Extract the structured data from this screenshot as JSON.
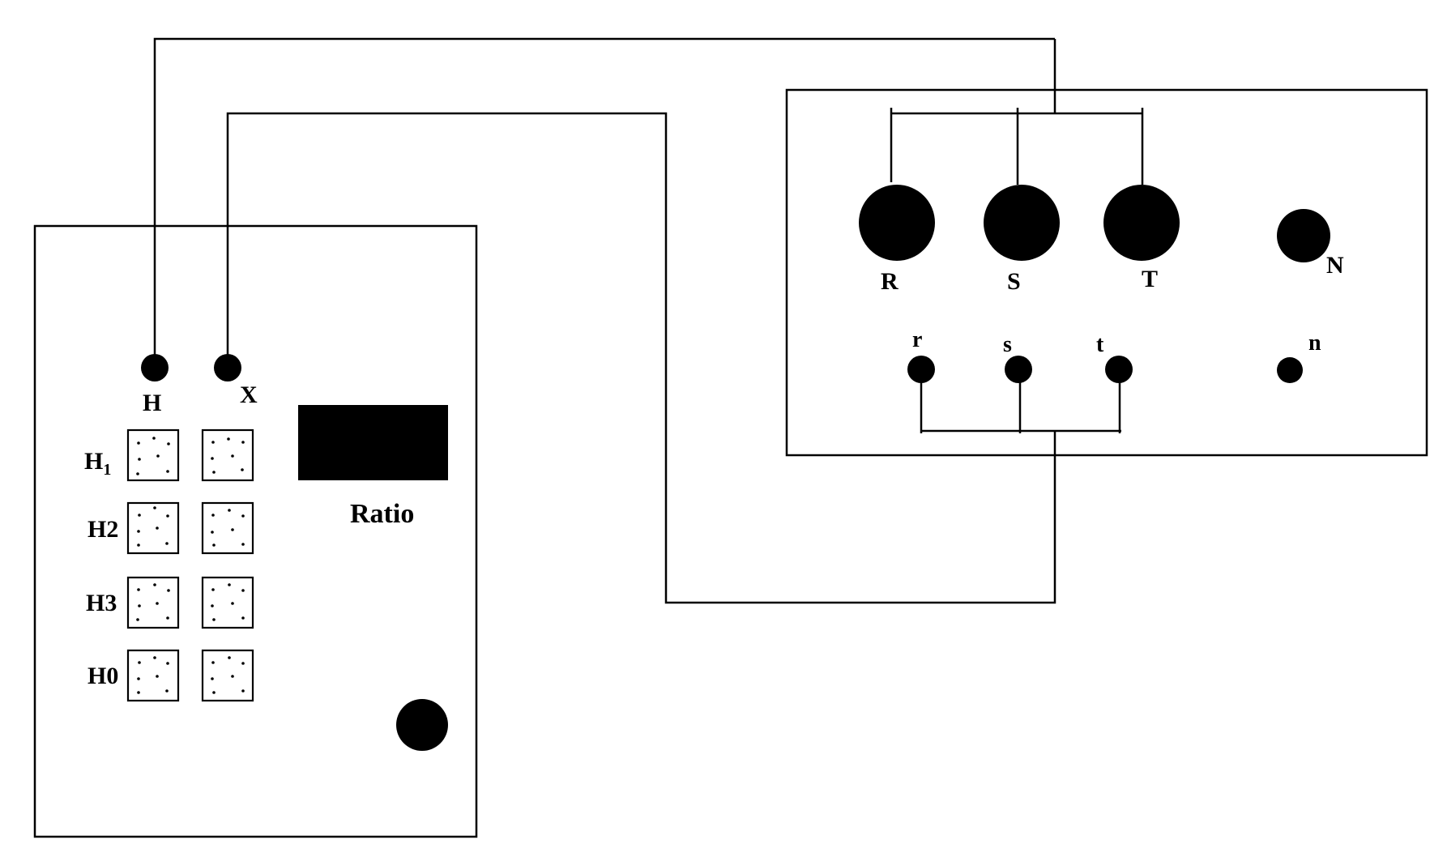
{
  "meter": {
    "terminal_labels": {
      "h": "H",
      "x": "X"
    },
    "display_label": "Ratio",
    "row_labels": [
      {
        "main": "H",
        "sub": "1"
      },
      {
        "main": "H2",
        "sub": ""
      },
      {
        "main": "H3",
        "sub": ""
      },
      {
        "main": "H0",
        "sub": ""
      }
    ]
  },
  "transformer": {
    "hv_labels": [
      "R",
      "S",
      "T",
      "N"
    ],
    "lv_labels": [
      "r",
      "s",
      "t",
      "n"
    ]
  }
}
